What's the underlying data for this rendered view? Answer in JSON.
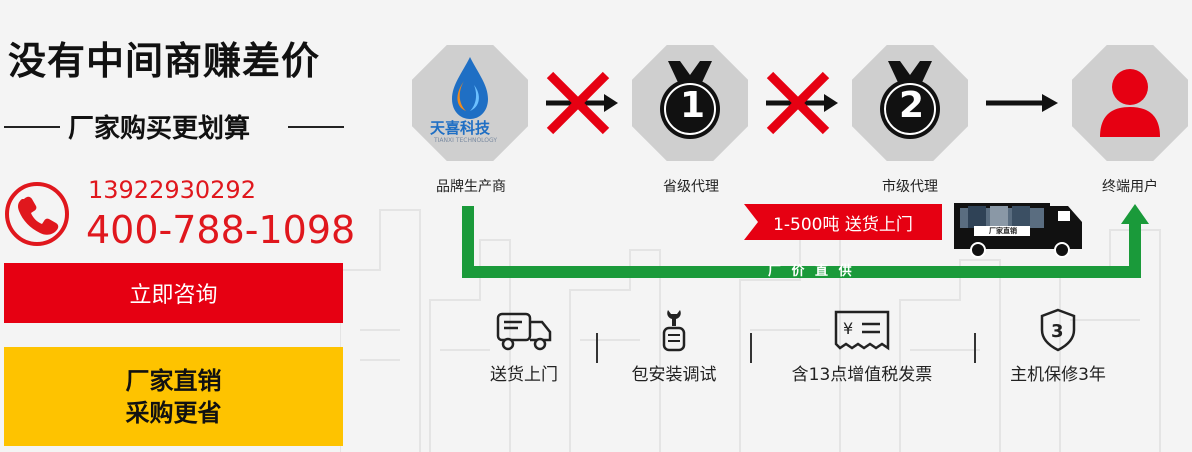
{
  "headline": "没有中间商赚差价",
  "subline": "厂家购买更划算",
  "phone_1": "13922930292",
  "phone_2": "400-788-1098",
  "consult_button": "立即咨询",
  "promo_line_1": "厂家直销",
  "promo_line_2": "采购更省",
  "logo": {
    "cn": "天喜科技",
    "en": "TIANXI TECHNOLOGY"
  },
  "flow_labels": [
    "品牌生产商",
    "省级代理",
    "市级代理",
    "终端用户"
  ],
  "medal_numbers": [
    "1",
    "2"
  ],
  "delivery_banner": "1-500吨 送货上门",
  "truck_label": "厂家直销",
  "factory_direct": "厂 价 直 供",
  "services": [
    "送货上门",
    "包安装调试",
    "含13点增值税发票",
    "主机保修3年"
  ],
  "warranty_icon_number": "3",
  "colors": {
    "red": "#e60012",
    "yellow": "#fec300",
    "green": "#1a9a3a",
    "gray": "#cfcfcf"
  }
}
